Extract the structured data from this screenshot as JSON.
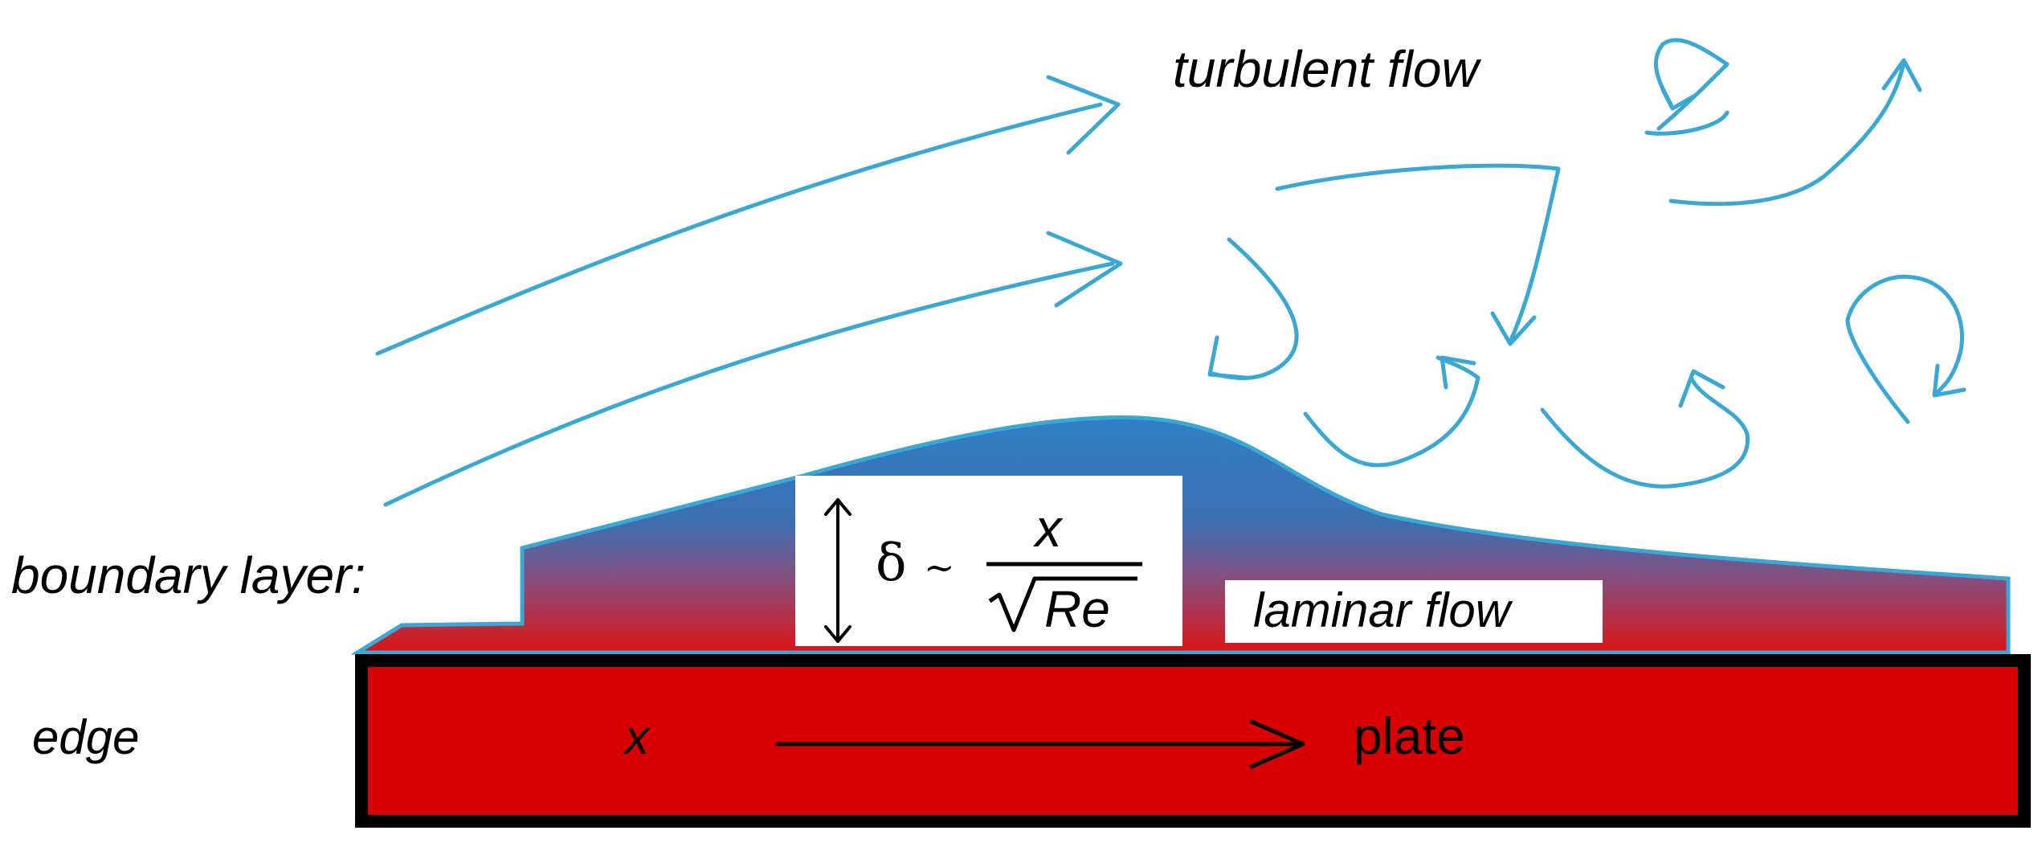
{
  "labels": {
    "turbulent": "turbulent flow",
    "boundary": "boundary layer:",
    "laminar": "laminar flow",
    "edge": "edge",
    "x": "x",
    "plate": "plate"
  },
  "formula": {
    "delta": "δ",
    "tilde": "~",
    "numerator": "x",
    "denominator": "Re",
    "root": "√"
  },
  "colors": {
    "flow_arrow": "#3aa8d4",
    "plate_fill": "#d80000",
    "plate_border": "#000000",
    "layer_top": "#3579b8",
    "layer_bottom": "#d8161b"
  }
}
